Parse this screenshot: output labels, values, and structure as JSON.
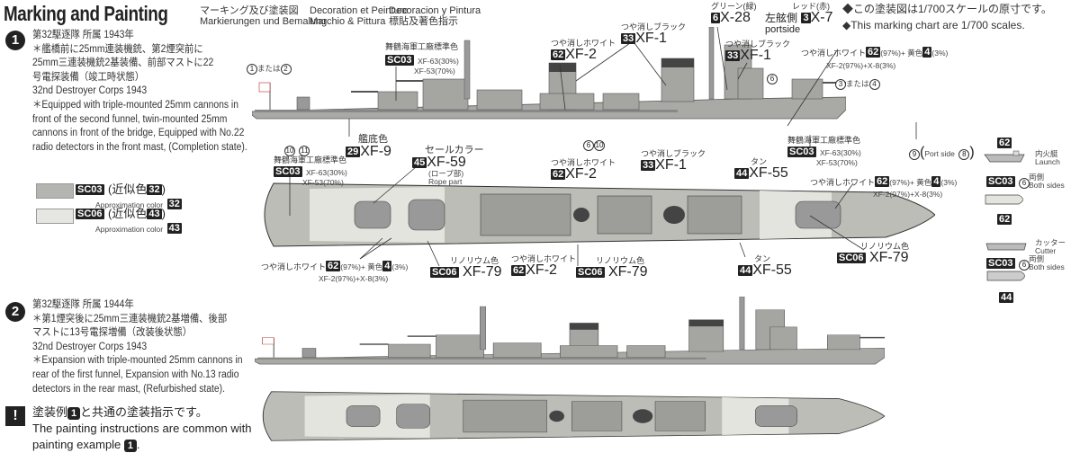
{
  "header": {
    "title": "Marking and Painting",
    "sub_jp": "マーキング及び塗装図",
    "sub_de": "Markierungen und Bemalung",
    "sub_fr": "Decoration et Peinture",
    "sub_it": "Marchio & Pittura",
    "sub_es": "Decoracion y Pintura",
    "sub_cn": "標貼及著色指示"
  },
  "notes": [
    "◆この塗装図は1/700スケールの原寸です。",
    "◆This marking chart are 1/700 scales."
  ],
  "example1": {
    "num": "1",
    "lines": [
      "第32駆逐隊 所属 1943年",
      "＊艦橋前に25mm連装機銃、第2煙突前に",
      "25mm三連装機銃2基装備、前部マストに22",
      "号電探装備（竣工時状態）",
      "32nd Destroyer Corps 1943",
      "＊Equipped with triple-mounted 25mm cannons in",
      "front of the second funnel, twin-mounted 25mm",
      "cannons in front of the bridge, Equipped with No.22",
      "radio detectors in the front mast, (Completion state)."
    ]
  },
  "example2": {
    "num": "2",
    "lines": [
      "第32駆逐隊 所属 1944年",
      "＊第1煙突後に25mm三連装機銃2基増備、後部",
      "マストに13号電探増備（改装後状態）",
      "32nd Destroyer Corps 1943",
      "＊Expansion with triple-mounted 25mm cannons in",
      "rear of the first funnel, Expansion with No.13 radio",
      "detectors in the rear mast, (Refurbished state)."
    ]
  },
  "common_note": {
    "jp_a": "塗装例",
    "jp_b": "と共通の塗装指示です。",
    "en_a": "The painting instructions are common with",
    "en_b": "painting example",
    "num": "1"
  },
  "legend": [
    {
      "code": "SC03",
      "jp": "(近似色",
      "num": "32",
      "close": ")",
      "en": "Approximation color",
      "color": "#b4b4b0"
    },
    {
      "code": "SC06",
      "jp": "(近似色",
      "num": "43",
      "close": ")",
      "en": "Approximation color",
      "color": "#e6e6e2"
    }
  ],
  "paint": {
    "maizuru": "舞鶴海軍工廠標準色",
    "sc03": "SC03",
    "sc06": "SC06",
    "xf63": "XF-63(30%)",
    "plus": "+",
    "xf53": "XF-53(70%)",
    "flat_white": "つや消しホワイト",
    "n62": "62",
    "xf2": "XF-2",
    "flat_black": "つや消しブラック",
    "n33": "33",
    "xf1": "XF-1",
    "green": "グリーン(緑)",
    "n6": "6",
    "x28": "X-28",
    "red": "レッド(赤)",
    "portside_jp": "左舷側",
    "n3": "3",
    "x7": "X-7",
    "portside": "portside",
    "mix_a": "(97%)+ 黄色",
    "n4": "4",
    "mix_b": "(3%)",
    "mix_en": "XF-2(97%)+X-8(3%)",
    "hull_bottom": "艦底色",
    "n29": "29",
    "xf9": "XF-9",
    "sail": "セールカラー",
    "n45": "45",
    "xf59": "XF-59",
    "rope_jp": "(ロープ部)",
    "rope_en": "Rope part",
    "tan": "タン",
    "n44": "44",
    "xf55": "XF-55",
    "linoleum": "リノリウム色",
    "xf79": "XF-79",
    "or_jp": "または",
    "or_en": "or",
    "port_jp": "左舷側",
    "port_en": "Port side"
  },
  "callouts": {
    "c1": "1",
    "c2": "2",
    "c3": "3",
    "c4": "4",
    "c6": "6",
    "c8": "8",
    "c9": "9",
    "c10": "10",
    "c11": "11"
  },
  "boats": {
    "launch_jp": "内火艇",
    "launch_en": "Launch",
    "cutter_jp": "カッター",
    "cutter_en": "Cutter",
    "both_jp": "両側",
    "both_en": "Both sides"
  },
  "colors": {
    "hull": "#a9a9a5",
    "deck": "#e4e4df",
    "dark": "#333"
  }
}
